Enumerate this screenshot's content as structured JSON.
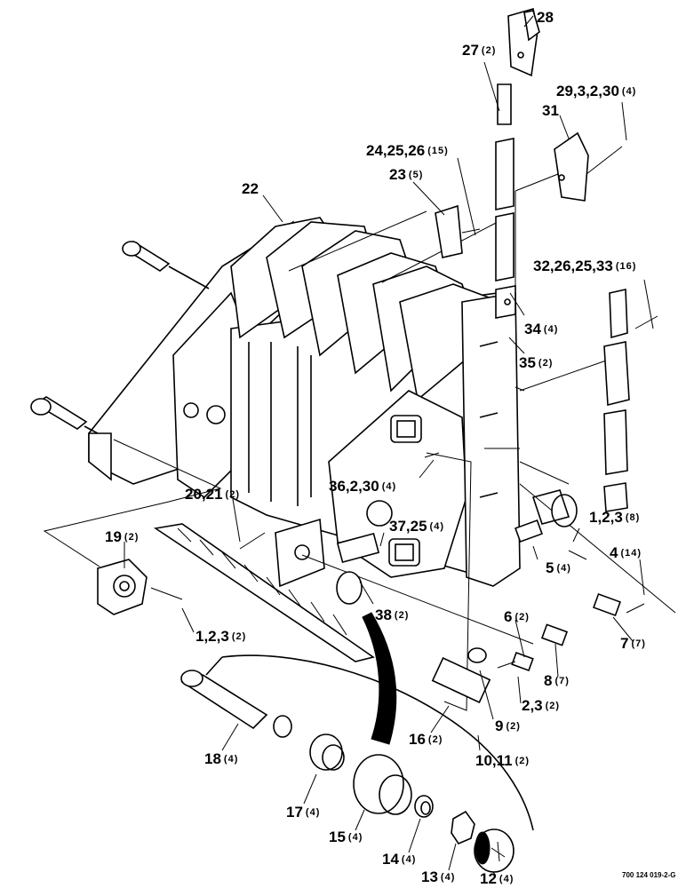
{
  "callouts": [
    {
      "id": "c28",
      "label": "28",
      "qty": ""
    },
    {
      "id": "c27",
      "label": "27",
      "qty": "(2)"
    },
    {
      "id": "c29",
      "label": "29,3,2,30",
      "qty": "(4)"
    },
    {
      "id": "c31",
      "label": "31",
      "qty": ""
    },
    {
      "id": "c24",
      "label": "24,25,26",
      "qty": "(15)"
    },
    {
      "id": "c23",
      "label": "23",
      "qty": "(5)"
    },
    {
      "id": "c22",
      "label": "22",
      "qty": ""
    },
    {
      "id": "c32",
      "label": "32,26,25,33",
      "qty": "(16)"
    },
    {
      "id": "c34",
      "label": "34",
      "qty": "(4)"
    },
    {
      "id": "c35",
      "label": "35",
      "qty": "(2)"
    },
    {
      "id": "c36",
      "label": "36,2,30",
      "qty": "(4)"
    },
    {
      "id": "c20",
      "label": "20,21",
      "qty": "(2)"
    },
    {
      "id": "c1a",
      "label": "1,2,3",
      "qty": "(8)"
    },
    {
      "id": "c19",
      "label": "19",
      "qty": "(2)"
    },
    {
      "id": "c37",
      "label": "37,25",
      "qty": "(4)"
    },
    {
      "id": "c4",
      "label": "4",
      "qty": "(14)"
    },
    {
      "id": "c5",
      "label": "5",
      "qty": "(4)"
    },
    {
      "id": "c38",
      "label": "38",
      "qty": "(2)"
    },
    {
      "id": "c1b",
      "label": "1,2,3",
      "qty": "(2)"
    },
    {
      "id": "c7",
      "label": "7",
      "qty": "(7)"
    },
    {
      "id": "c6",
      "label": "6",
      "qty": "(2)"
    },
    {
      "id": "c8",
      "label": "8",
      "qty": "(7)"
    },
    {
      "id": "c2",
      "label": "2,3",
      "qty": "(2)"
    },
    {
      "id": "c9",
      "label": "9",
      "qty": "(2)"
    },
    {
      "id": "c18",
      "label": "18",
      "qty": "(4)"
    },
    {
      "id": "c16",
      "label": "16",
      "qty": "(2)"
    },
    {
      "id": "c10",
      "label": "10,11",
      "qty": "(2)"
    },
    {
      "id": "c17",
      "label": "17",
      "qty": "(4)"
    },
    {
      "id": "c15",
      "label": "15",
      "qty": "(4)"
    },
    {
      "id": "c14",
      "label": "14",
      "qty": "(4)"
    },
    {
      "id": "c13",
      "label": "13",
      "qty": "(4)"
    },
    {
      "id": "c12",
      "label": "12",
      "qty": "(4)"
    }
  ],
  "drawing_id": "700 124 019-2-G"
}
